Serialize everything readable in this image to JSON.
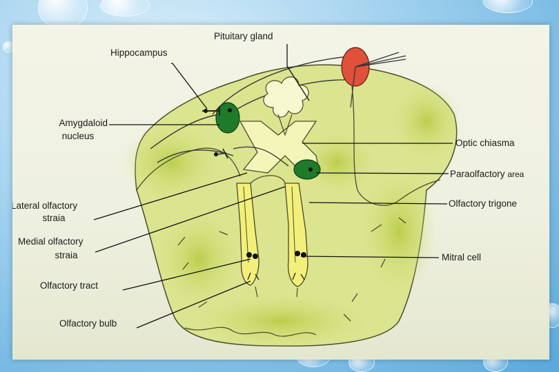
{
  "labels": {
    "pituitary_gland": "Pituitary gland",
    "hippocampus": "Hippocampus",
    "amygdaloid_1": "Amygdaloid",
    "amygdaloid_2": "nucleus",
    "optic_chiasma": "Optic chiasma",
    "paraolfactory": "Paraolfactory",
    "paraolfactory_area": "area",
    "lateral_1": "Lateral olfactory",
    "lateral_2": "straia",
    "medial_1": "Medial olfactory",
    "medial_2": "straia",
    "olfactory_trigone": "Olfactory trigone",
    "olfactory_tract": "Olfactory  tract",
    "mitral_cell": "Mitral cell",
    "olfactory_bulb": "Olfactory  bulb"
  },
  "colors": {
    "brain_fill": "#cfe06f",
    "brain_shade": "#b6c94a",
    "tract_fill": "#f2f07a",
    "nucleus_green": "#1f7a2a",
    "pituitary_red": "#e0503a",
    "chiasma_fill": "#f4f5b8"
  }
}
